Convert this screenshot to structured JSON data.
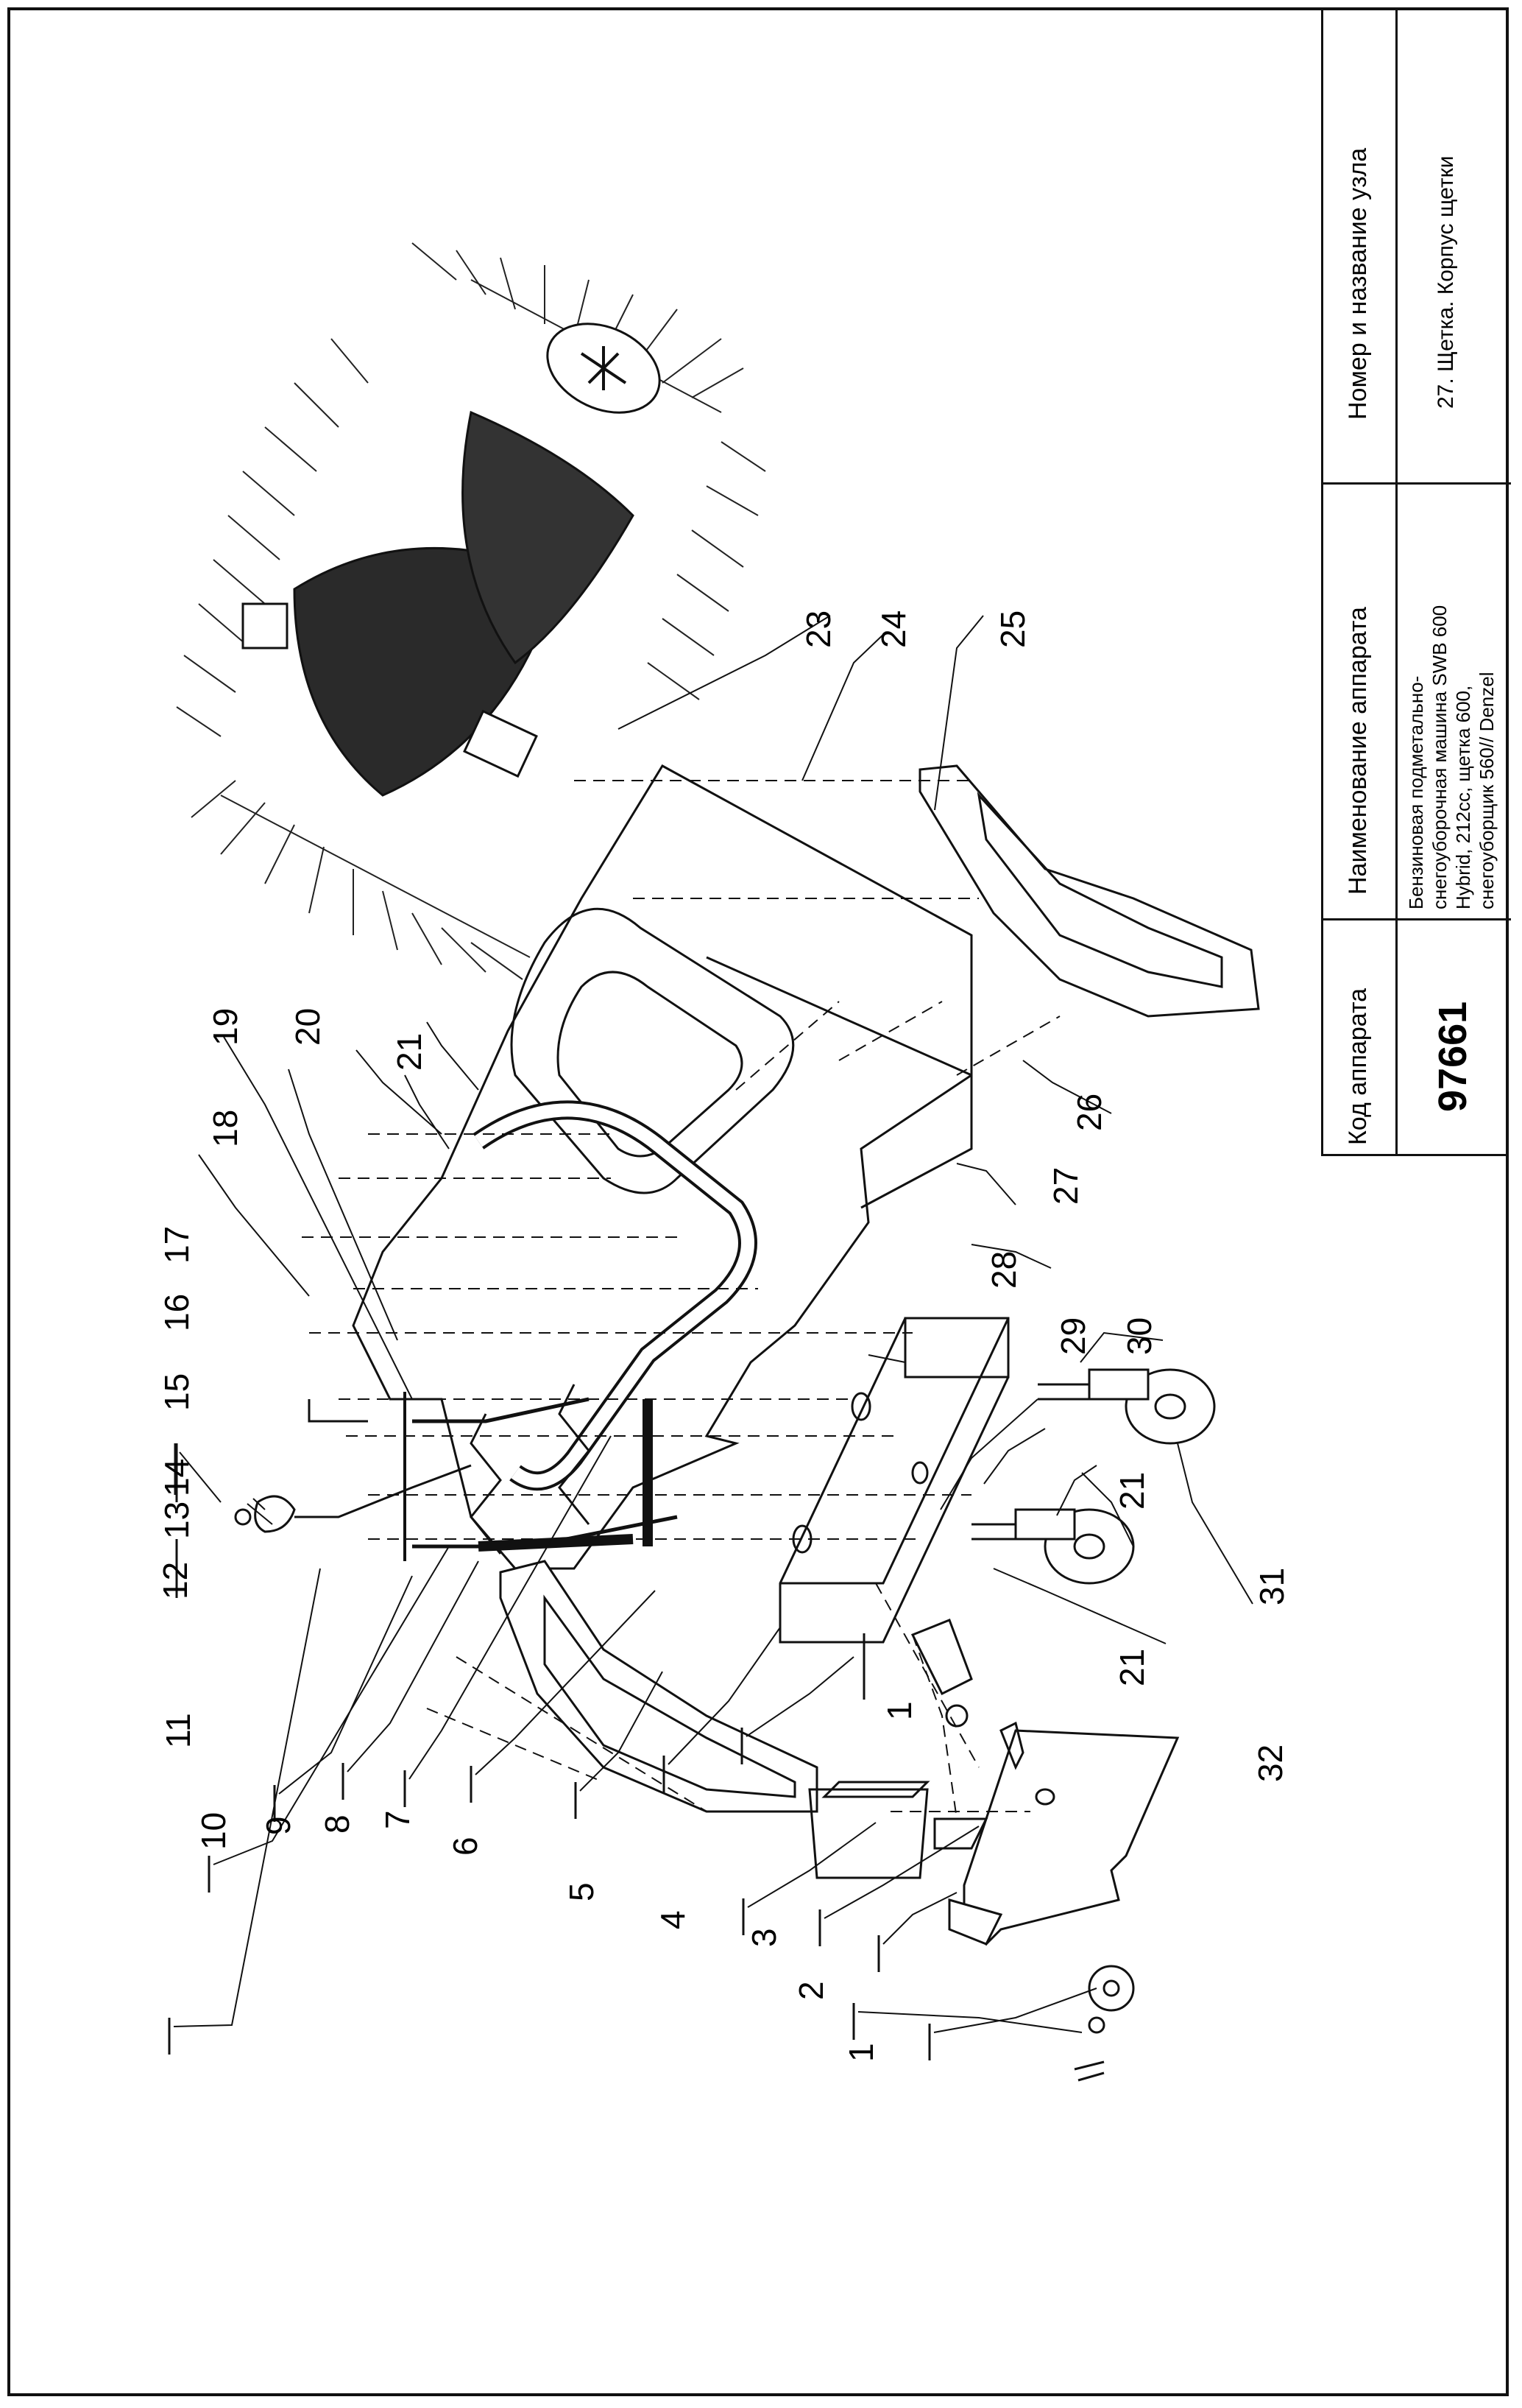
{
  "title_block": {
    "code_header": "Код аппарата",
    "code_value": "97661",
    "name_header": "Наименование аппарата",
    "name_lines": [
      "Бензиновая подметально-",
      "снегоуборочная машина SWB 600",
      "Hybrid, 212cc, щетка 600,",
      "снегоуборщик 560// Denzel"
    ],
    "node_header": "Номер и название узла",
    "node_value": "27. Щетка. Корпус щетки"
  },
  "callouts": [
    "1",
    "2",
    "3",
    "4",
    "5",
    "6",
    "7",
    "8",
    "9",
    "10",
    "11",
    "12",
    "13",
    "14",
    "15",
    "16",
    "17",
    "18",
    "19",
    "20",
    "21",
    "23",
    "24",
    "25",
    "26",
    "27",
    "28",
    "29",
    "30",
    "21",
    "31",
    "21",
    "1",
    "32"
  ]
}
